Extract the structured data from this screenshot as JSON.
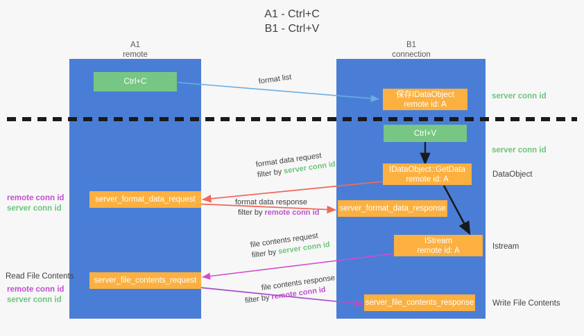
{
  "title": {
    "line1": "A1 - Ctrl+C",
    "line2": "B1 - Ctrl+V"
  },
  "lanes": [
    {
      "id": "a1",
      "name": "A1",
      "sub": "remote",
      "color": "#4a7ed6"
    },
    {
      "id": "b1",
      "name": "B1",
      "sub": "connection",
      "color": "#4a7ed6"
    }
  ],
  "nodes": {
    "ctrl_c": {
      "line1": "Ctrl+C",
      "line2": "",
      "color": "#77c684"
    },
    "save_idataobject": {
      "line1": "保存IDataObject",
      "line2": "remote id: A",
      "color": "#fbb040"
    },
    "ctrl_v": {
      "line1": "Ctrl+V",
      "line2": "",
      "color": "#77c684"
    },
    "getdata": {
      "line1": "IDataObject::GetData",
      "line2": "remote id: A",
      "color": "#fbb040"
    },
    "fmt_req": {
      "line1": "server_format_data_request",
      "line2": "",
      "color": "#fbb040"
    },
    "fmt_resp": {
      "line1": "server_format_data_response",
      "line2": "",
      "color": "#fbb040"
    },
    "istream": {
      "line1": "IStream",
      "line2": "remote id: A",
      "color": "#fbb040"
    },
    "file_req": {
      "line1": "server_file_contents_request",
      "line2": "",
      "color": "#fbb040"
    },
    "file_resp": {
      "line1": "server_file_contents_response",
      "line2": "",
      "color": "#fbb040"
    }
  },
  "edge_labels": {
    "format_list": {
      "text": "format list"
    },
    "fmt_request": {
      "line1": "format data request",
      "prefix": "filter by ",
      "token": "server conn id",
      "token_color": "#6cc47c"
    },
    "fmt_response": {
      "line1": "format data response",
      "prefix": "filter by ",
      "token": "remote conn id",
      "token_color": "#c050d0"
    },
    "file_request": {
      "line1": "file contents request",
      "prefix": "filter by ",
      "token": "server conn id",
      "token_color": "#6cc47c"
    },
    "file_response": {
      "line1": "file contents response",
      "prefix": "filter by ",
      "token": "remote conn id",
      "token_color": "#c050d0"
    }
  },
  "side_labels": {
    "right_top_conn": "server conn id",
    "right_mid_conn": "server conn id",
    "right_dataobject": "DataObject",
    "right_istream": "Istream",
    "right_write_file": "Write File Contents",
    "left_mid_remote": "remote conn id",
    "left_mid_server": "server conn id",
    "left_read_title": "Read File Contents",
    "left_bot_remote": "remote conn id",
    "left_bot_server": "server conn id"
  },
  "colors": {
    "lane_blue": "#4a7ed6",
    "green_box": "#77c684",
    "orange_box": "#fbb040",
    "green_text": "#6cc47c",
    "purple_text": "#c050d0",
    "blue_arrow": "#6aaee0",
    "red_arrow": "#ef6a5a",
    "magenta_arrow": "#d44bd0",
    "purple_arrow": "#a855c8",
    "dark_arrow": "#1a1a1a",
    "body_text": "#404040",
    "background": "#f7f7f7"
  },
  "divider": {
    "style": "dashed",
    "color": "#1a1a1a"
  }
}
